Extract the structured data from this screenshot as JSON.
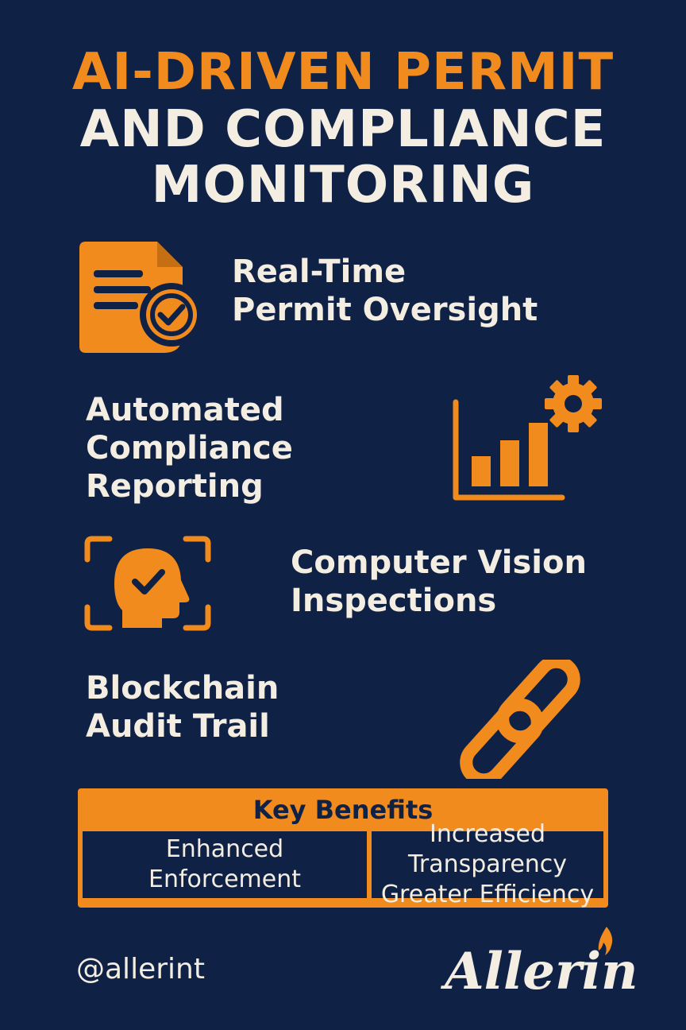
{
  "title": {
    "line1": "AI-DRIVEN PERMIT",
    "line2": "AND COMPLIANCE",
    "line3": "MONITORING"
  },
  "features": [
    {
      "line1": "Real-Time",
      "line2": "Permit Oversight",
      "icon": "document-check-icon"
    },
    {
      "line1": "Automated",
      "line2": "Compliance",
      "line3": "Reporting",
      "icon": "bar-chart-gear-icon"
    },
    {
      "line1": "Computer Vision",
      "line2": "Inspections",
      "icon": "head-scan-check-icon"
    },
    {
      "line1": "Blockchain",
      "line2": "Audit Trail",
      "icon": "chain-link-icon"
    }
  ],
  "benefits": {
    "title": "Key Benefits",
    "left": {
      "line1": "Enhanced",
      "line2": "Enforcement"
    },
    "right": {
      "line1": "Increased Transparency",
      "line2": "Greater Efficiency"
    }
  },
  "footer": {
    "handle": "@allerint",
    "brand": "Allerin"
  },
  "colors": {
    "background": "#0f2145",
    "accent": "#f28b1e",
    "text": "#f3ede2"
  }
}
